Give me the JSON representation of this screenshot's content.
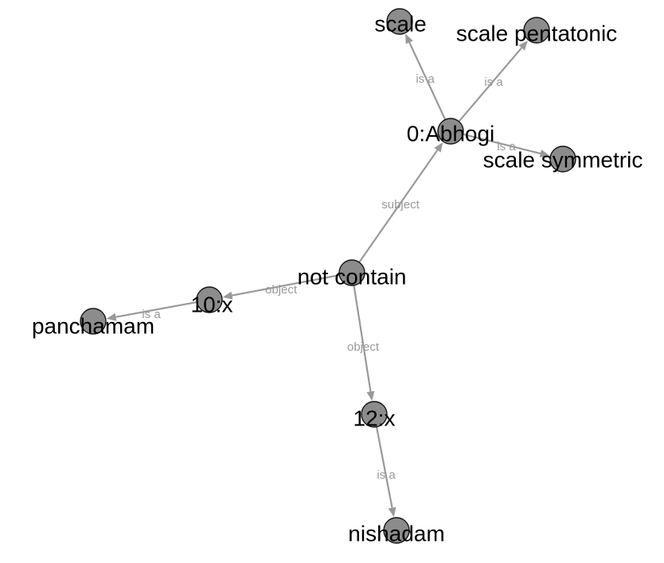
{
  "nodes": [
    {
      "id": "abhogi",
      "label": "0:Abhogi"
    },
    {
      "id": "scale",
      "label": "scale"
    },
    {
      "id": "pentatonic",
      "label": "scale pentatonic"
    },
    {
      "id": "symmetric",
      "label": "scale symmetric"
    },
    {
      "id": "notcontain",
      "label": "not contain"
    },
    {
      "id": "x10",
      "label": "10:x"
    },
    {
      "id": "panchamam",
      "label": "panchamam"
    },
    {
      "id": "x12",
      "label": "12:x"
    },
    {
      "id": "nishadam",
      "label": "nishadam"
    }
  ],
  "edges": [
    {
      "from": "abhogi",
      "to": "scale",
      "label": "is a"
    },
    {
      "from": "abhogi",
      "to": "pentatonic",
      "label": "is a"
    },
    {
      "from": "abhogi",
      "to": "symmetric",
      "label": "is a"
    },
    {
      "from": "notcontain",
      "to": "abhogi",
      "label": "subject"
    },
    {
      "from": "notcontain",
      "to": "x10",
      "label": "object"
    },
    {
      "from": "notcontain",
      "to": "x12",
      "label": "object"
    },
    {
      "from": "x10",
      "to": "panchamam",
      "label": "is a"
    },
    {
      "from": "x12",
      "to": "nishadam",
      "label": "is a"
    }
  ]
}
